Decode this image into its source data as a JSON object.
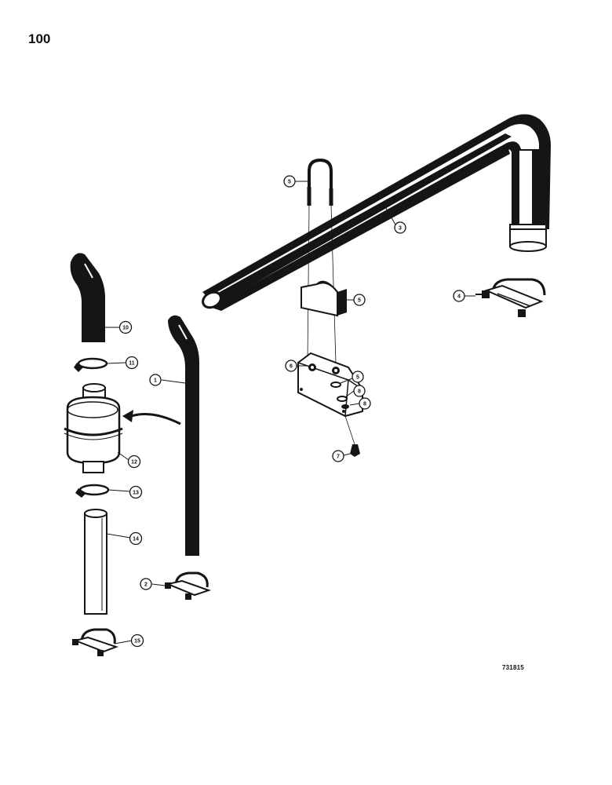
{
  "page": {
    "number": "100",
    "reference": "731815"
  },
  "callouts": [
    {
      "id": "c1",
      "label": "1"
    },
    {
      "id": "c2",
      "label": "2"
    },
    {
      "id": "c3",
      "label": "3"
    },
    {
      "id": "c4",
      "label": "4"
    },
    {
      "id": "c5a",
      "label": "5"
    },
    {
      "id": "c5b",
      "label": "5"
    },
    {
      "id": "c5c",
      "label": "5"
    },
    {
      "id": "c6",
      "label": "6"
    },
    {
      "id": "c7",
      "label": "7"
    },
    {
      "id": "c8a",
      "label": "8"
    },
    {
      "id": "c8b",
      "label": "8"
    },
    {
      "id": "c10",
      "label": "10"
    },
    {
      "id": "c11",
      "label": "11"
    },
    {
      "id": "c12",
      "label": "12"
    },
    {
      "id": "c13",
      "label": "13"
    },
    {
      "id": "c14",
      "label": "14"
    },
    {
      "id": "c15",
      "label": "15"
    }
  ]
}
